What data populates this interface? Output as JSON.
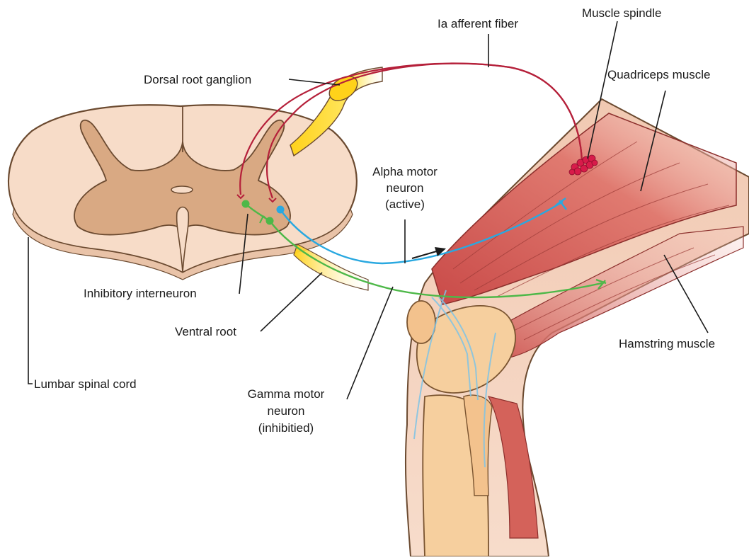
{
  "labels": {
    "ia_afferent": "Ia afferent fiber",
    "muscle_spindle": "Muscle spindle",
    "dorsal_root_ganglion": "Dorsal root ganglion",
    "quadriceps": "Quadriceps muscle",
    "alpha_line1": "Alpha motor",
    "alpha_line2": "neuron",
    "alpha_line3": "(active)",
    "inhibitory": "Inhibitory interneuron",
    "ventral_root": "Ventral root",
    "hamstring": "Hamstring muscle",
    "lumbar": "Lumbar spinal cord",
    "gamma_line1": "Gamma motor",
    "gamma_line2": "neuron",
    "gamma_line3": "(inhibitied)"
  },
  "colors": {
    "ia_fiber": "#b5203a",
    "alpha_fiber": "#29a8e0",
    "gamma_fiber": "#4db848",
    "cord_white": "#f7dcc8",
    "cord_gray": "#d9a983",
    "ganglion": "#ffe033",
    "muscle": "#d9605a",
    "spindle": "#d81b4a",
    "bone": "#f6cf9e"
  }
}
